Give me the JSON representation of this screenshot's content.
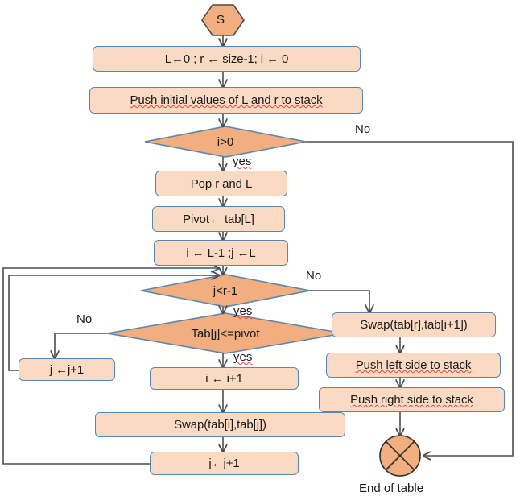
{
  "diagram": {
    "title": "Quicksort iterative flowchart",
    "colors": {
      "process_fill": "#fadac2",
      "process_border": "#5b86b0",
      "decision_fill": "#f2ae7e",
      "decision_border": "#5b86b0",
      "terminator_fill": "#f2ae7e",
      "terminator_border": "#4a4a4a",
      "line": "#4d4d4d",
      "text": "#1a1a1a",
      "spellcheck_underline": "#e8443a"
    },
    "nodes": {
      "start": {
        "label": "S",
        "shape": "hexagon"
      },
      "init": {
        "label": "L←0 ;  r ← size-1; i ← 0",
        "shape": "process"
      },
      "push_initial": {
        "label": "Push initial values of L and r to stack",
        "shape": "process"
      },
      "cond_i_gt_0": {
        "label": "i>0",
        "shape": "decision"
      },
      "pop": {
        "label": "Pop r and L",
        "shape": "process"
      },
      "pivot": {
        "label": "Pivot← tab[L]",
        "shape": "process"
      },
      "init_ij": {
        "label": "i ← L-1 ;j ←L",
        "shape": "process"
      },
      "cond_j_lt_r1": {
        "label": "j<r-1",
        "shape": "decision"
      },
      "cond_tab_le_pivot": {
        "label": "Tab[j]<=pivot",
        "shape": "decision"
      },
      "inc_j_left": {
        "label": "j ←j+1",
        "shape": "process"
      },
      "inc_i": {
        "label": "i ← i+1",
        "shape": "process"
      },
      "swap_ij": {
        "label": "Swap(tab[i],tab[j])",
        "shape": "process"
      },
      "inc_j_bottom": {
        "label": "j←j+1",
        "shape": "process"
      },
      "swap_r_i1": {
        "label": "Swap(tab[r],tab[i+1])",
        "shape": "process"
      },
      "push_left": {
        "label": "Push left side to stack",
        "shape": "process"
      },
      "push_right": {
        "label": "Push right side to stack",
        "shape": "process"
      },
      "end_node": {
        "label": "",
        "shape": "circle-x"
      }
    },
    "edge_labels": {
      "i_gt_0_no": "No",
      "i_gt_0_yes": "yes",
      "j_lt_r1_no": "No",
      "j_lt_r1_yes": "yes",
      "tab_no": "No",
      "tab_yes": "yes"
    },
    "captions": {
      "end_of_table": "End of table"
    }
  }
}
